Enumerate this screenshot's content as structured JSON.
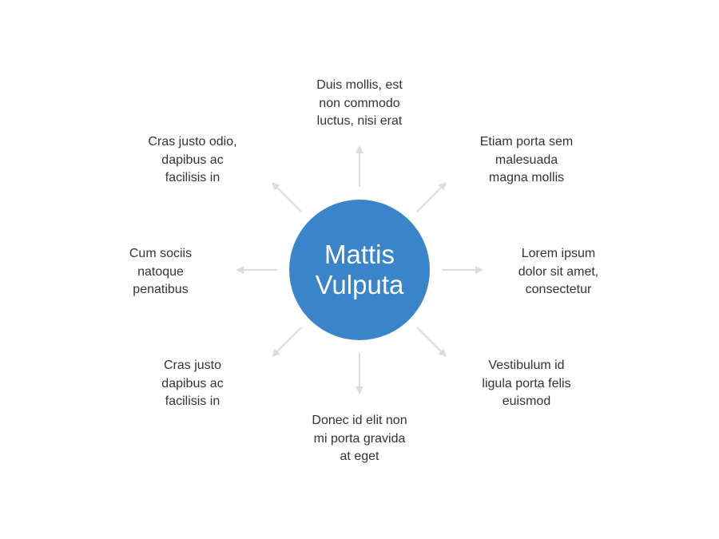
{
  "diagram": {
    "center_label": "Mattis\nVulputa",
    "nodes": {
      "n": "Duis mollis, est\nnon commodo\nluctus, nisi erat",
      "ne": "Etiam porta sem\nmalesuada\nmagna mollis",
      "e": "Lorem ipsum\ndolor sit amet,\nconsectetur",
      "se": "Vestibulum id\nligula porta felis\neuismod",
      "s": "Donec id elit non\nmi porta gravida\nat eget",
      "sw": "Cras justo\ndapibus ac\nfacilisis in",
      "w": "Cum sociis\nnatoque\npenatibus",
      "nw": "Cras justo odio,\ndapibus ac\nfacilisis in"
    }
  },
  "colors": {
    "center_fill": "#3a84c9",
    "arrow": "#dcdcdc",
    "text": "#333333"
  }
}
